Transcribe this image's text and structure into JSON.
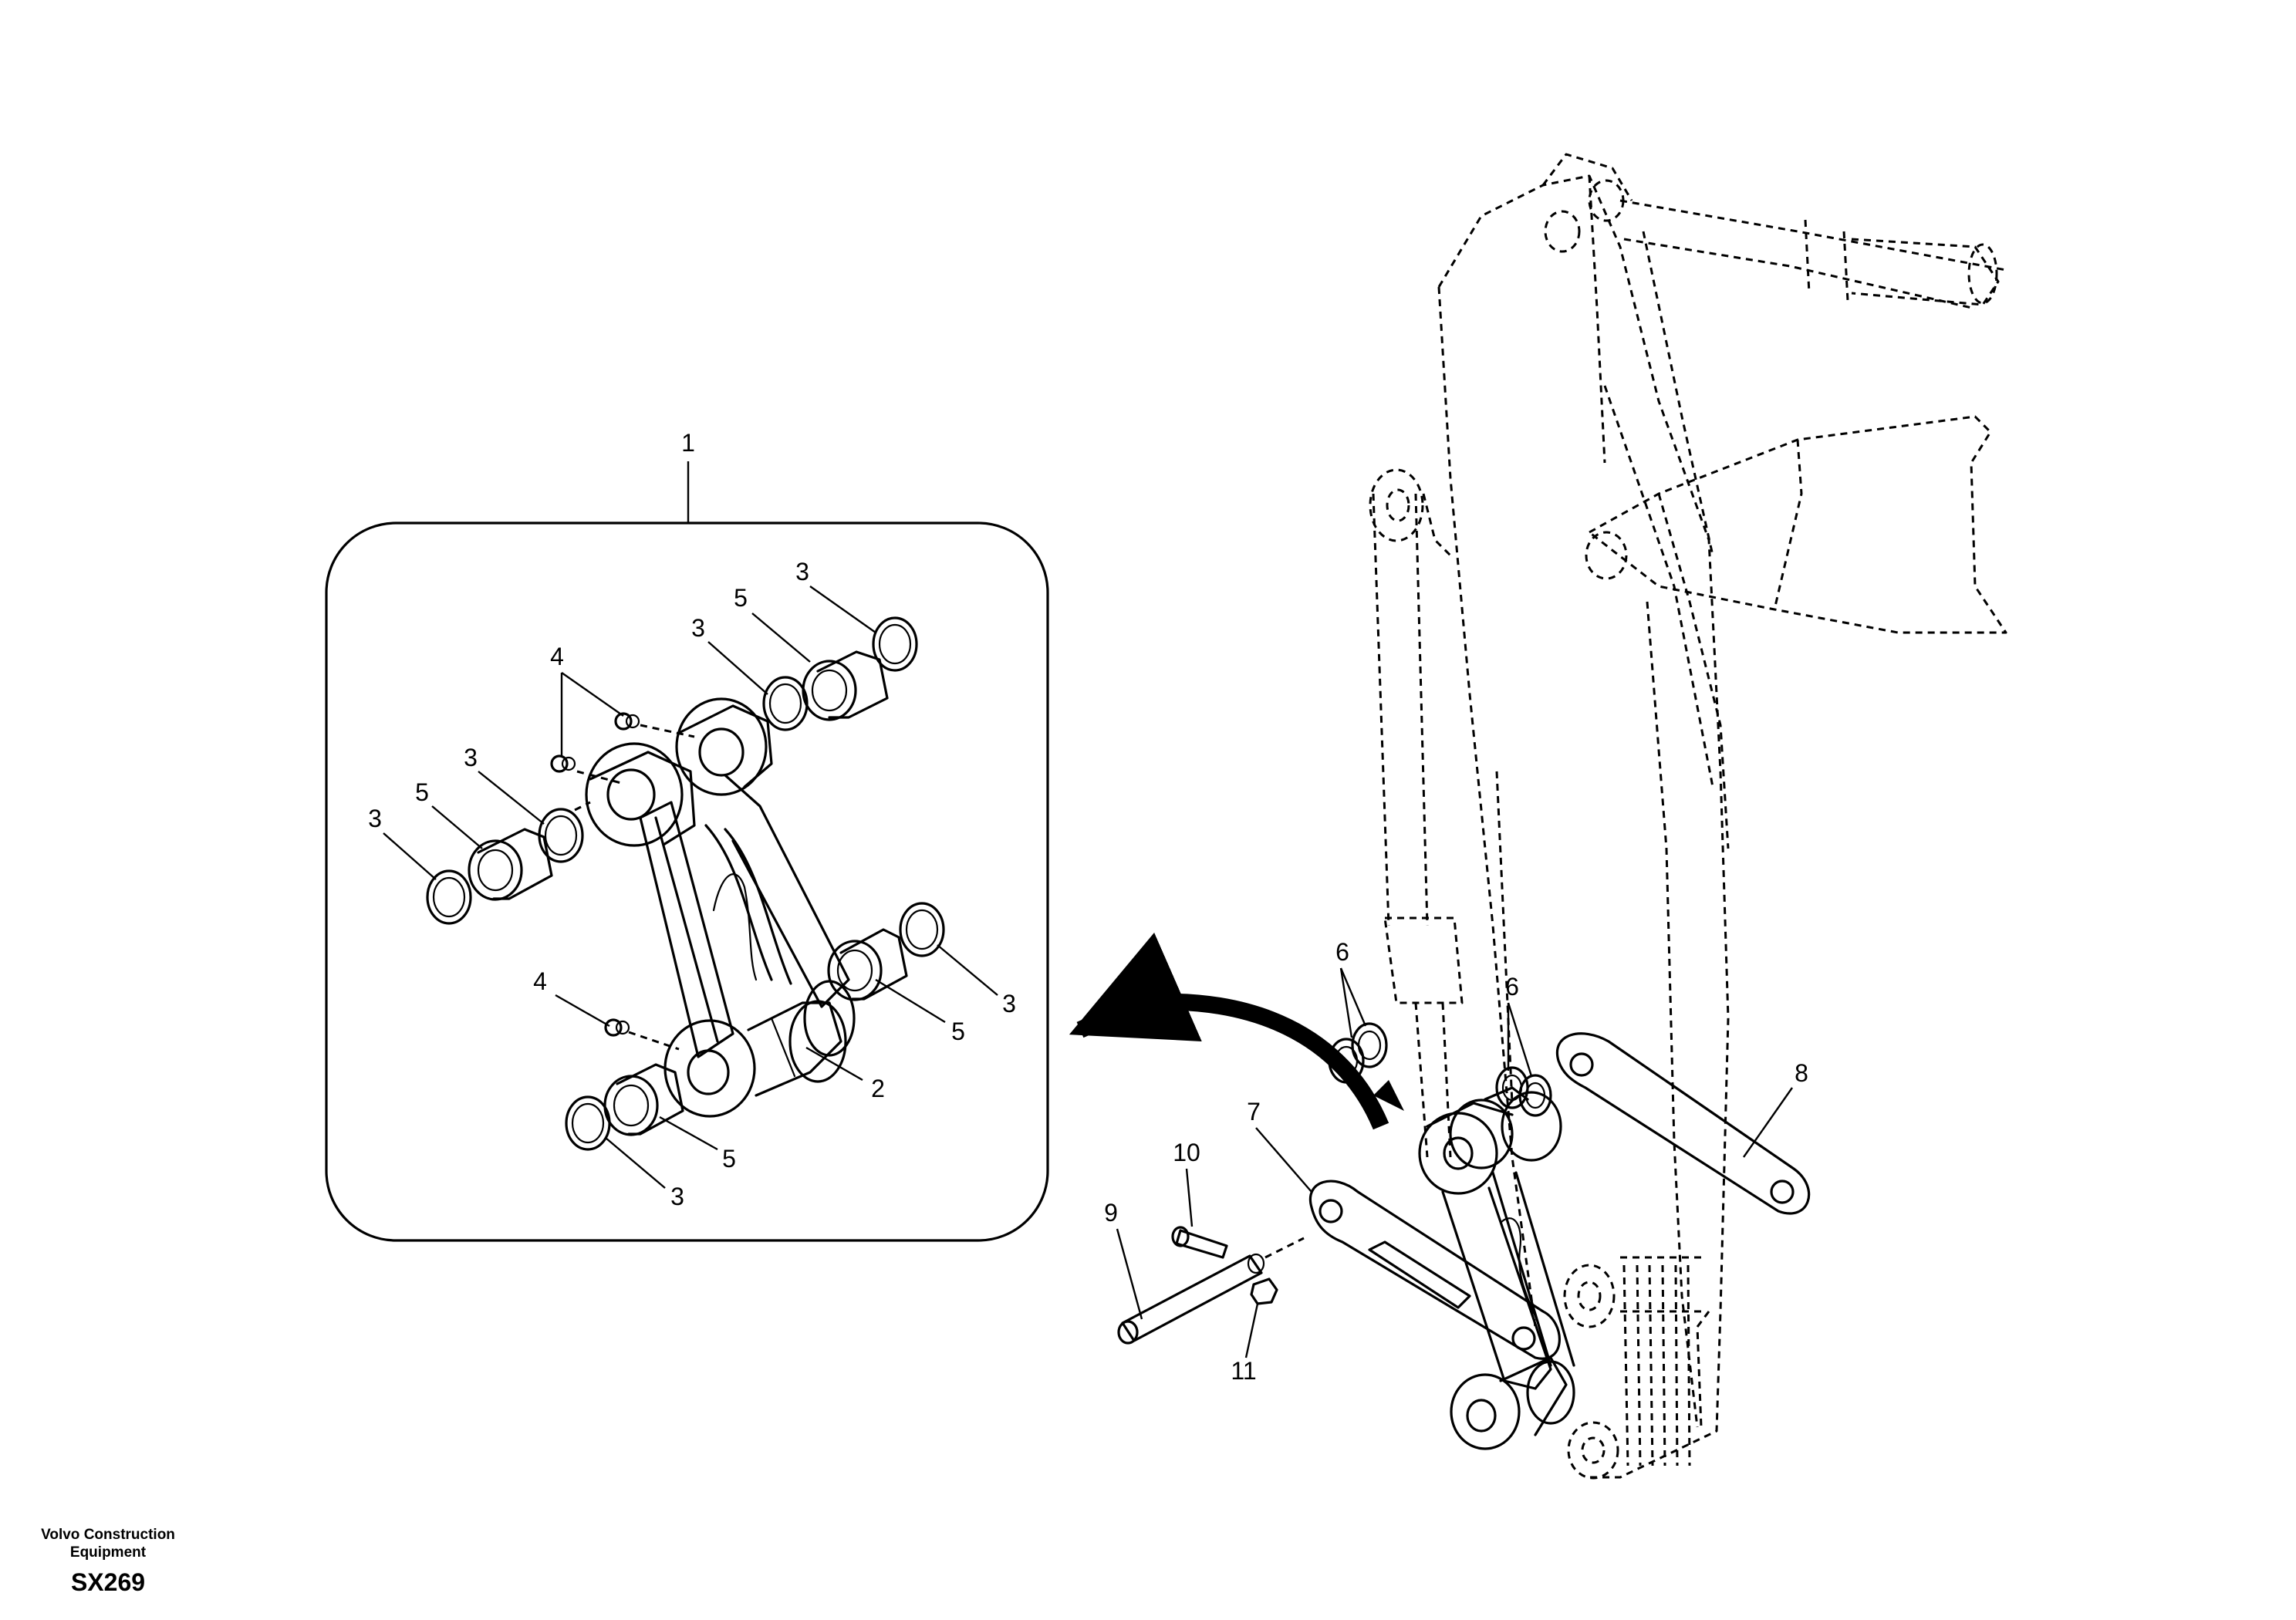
{
  "footer": {
    "brand_line1": "Volvo Construction",
    "brand_line2": "Equipment",
    "diagram_code": "SX269"
  },
  "callouts": {
    "c1": "1",
    "c2": "2",
    "c3_a": "3",
    "c3_b": "3",
    "c3_c": "3",
    "c3_d": "3",
    "c3_e": "3",
    "c3_f": "3",
    "c4_a": "4",
    "c4_b": "4",
    "c5_a": "5",
    "c5_b": "5",
    "c5_c": "5",
    "c5_d": "5",
    "c6_a": "6",
    "c6_b": "6",
    "c7": "7",
    "c8": "8",
    "c9": "9",
    "c10": "10",
    "c11": "11"
  }
}
